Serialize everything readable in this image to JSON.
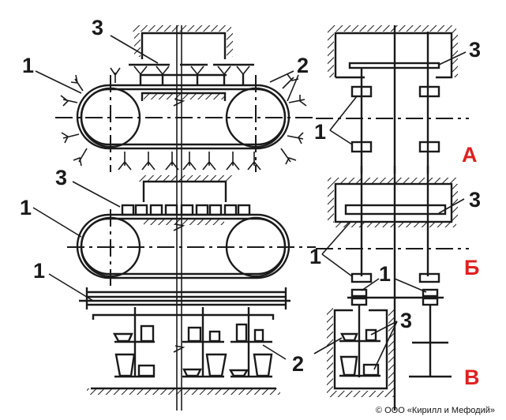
{
  "diagram": {
    "title": "Conveyor / drying rack schemes",
    "sections": [
      {
        "id": "A",
        "label": "А",
        "color": "#e02020"
      },
      {
        "id": "B",
        "label": "Б",
        "color": "#e02020"
      },
      {
        "id": "V",
        "label": "В",
        "color": "#e02020"
      }
    ],
    "callouts": {
      "a_3": "3",
      "a_1": "1",
      "a_2": "2",
      "a_side_3": "3",
      "a_side_1": "1",
      "b_3": "3",
      "b_1": "1",
      "b_side_3": "3",
      "b_side_1": "1",
      "b_side_1b": "1",
      "v_1": "1",
      "v_2": "2",
      "v_side_2": "2",
      "v_side_3": "3"
    },
    "copyright": "© ООО «Кирилл и Мефодий»"
  }
}
